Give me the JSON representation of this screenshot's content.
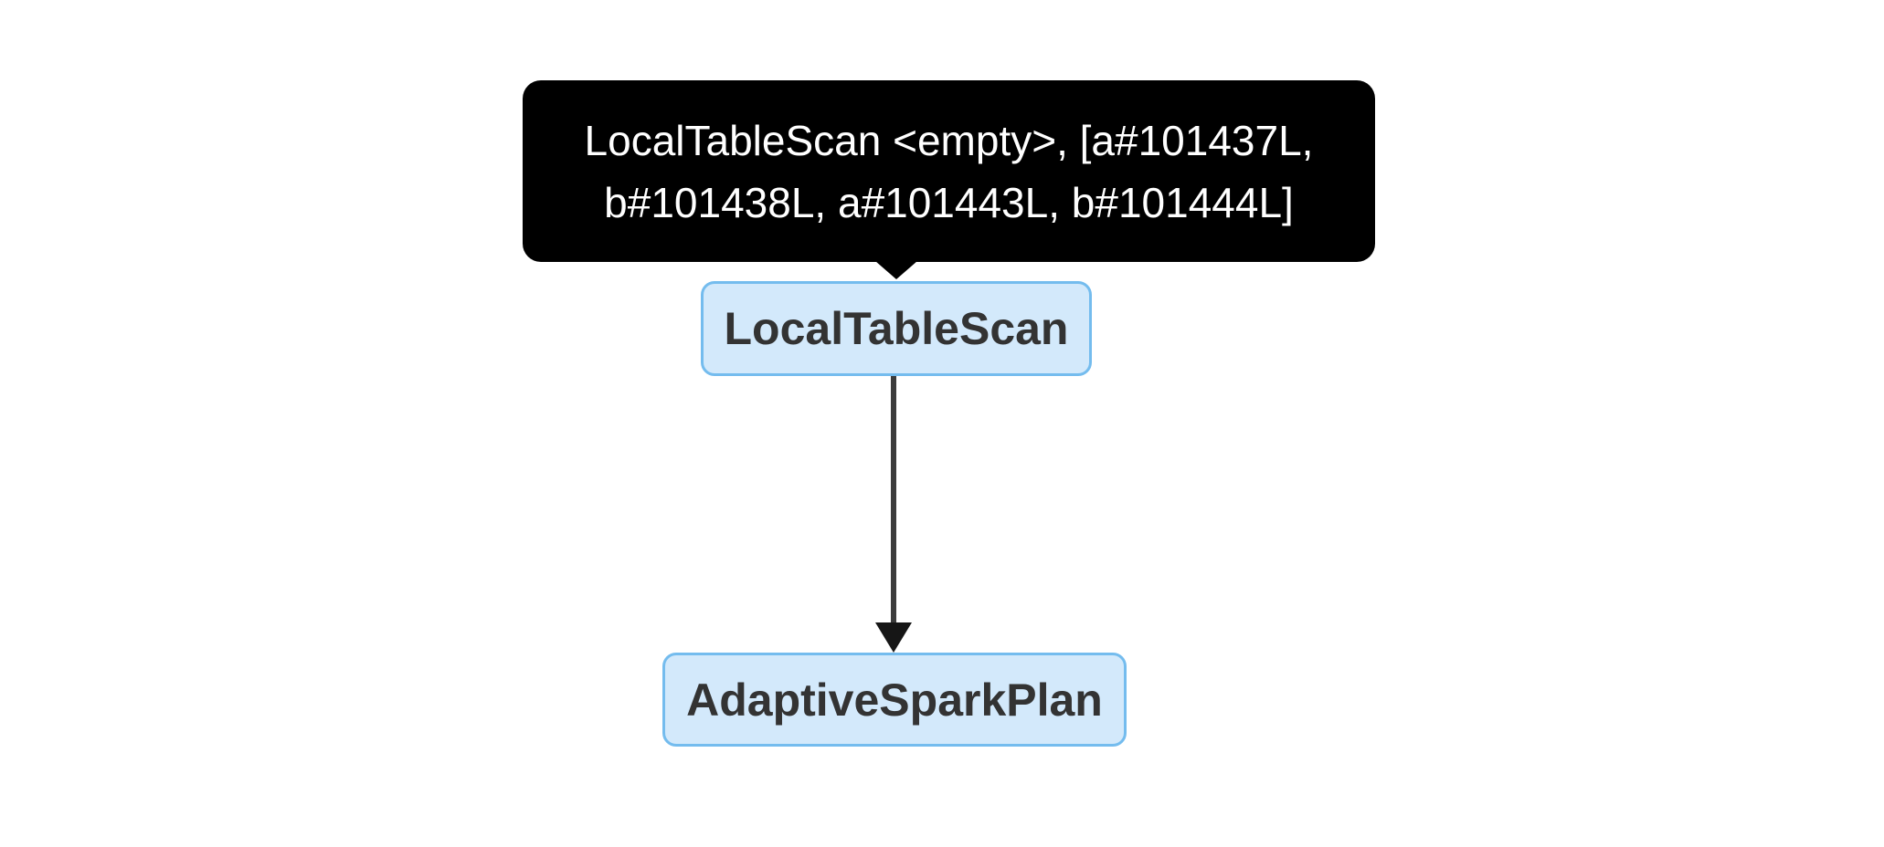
{
  "tooltip": {
    "text": "LocalTableScan <empty>, [a#101437L, b#101438L, a#101443L, b#101444L]",
    "line1": "LocalTableScan <empty>, [a#101437L,",
    "line2": "b#101438L, a#101443L, b#101444L]"
  },
  "graph": {
    "nodes": [
      {
        "id": "LocalTableScan",
        "label": "LocalTableScan"
      },
      {
        "id": "AdaptiveSparkPlan",
        "label": "AdaptiveSparkPlan"
      }
    ],
    "edges": [
      {
        "from": "LocalTableScan",
        "to": "AdaptiveSparkPlan"
      }
    ]
  },
  "colors": {
    "page_background": "#ffffff",
    "tooltip_background": "#000000",
    "tooltip_text": "#ffffff",
    "node_fill": "#d3e9fb",
    "node_border": "#74bcee",
    "node_text": "#333333",
    "edge_line": "#3c3c3c",
    "edge_arrowhead": "#161616"
  }
}
